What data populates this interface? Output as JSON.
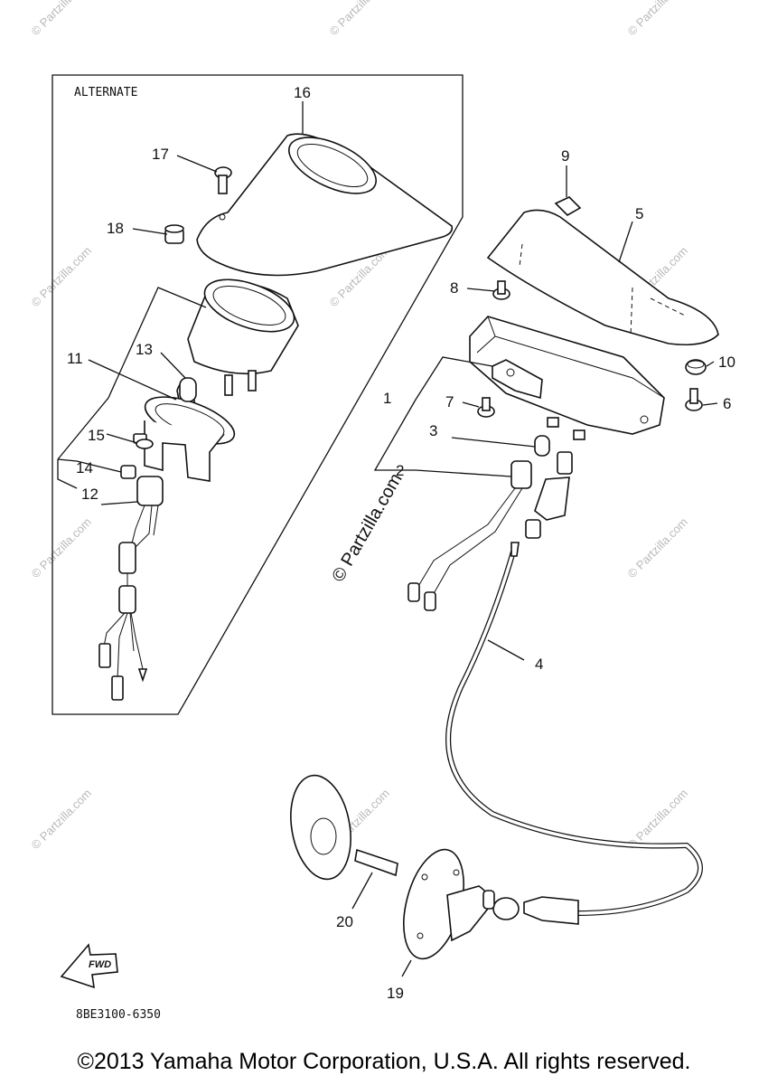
{
  "diagram": {
    "alternate_label": "ALTERNATE",
    "diagram_code": "8BE3100-6350",
    "fwd_label": "FWD",
    "watermark_text": "© Partzilla.com",
    "center_watermark": "© Partzilla.com",
    "part_numbers": {
      "p1": "1",
      "p2": "2",
      "p3": "3",
      "p4": "4",
      "p5": "5",
      "p6": "6",
      "p7": "7",
      "p8": "8",
      "p9": "9",
      "p10": "10",
      "p11": "11",
      "p12": "12",
      "p13": "13",
      "p14": "14",
      "p15": "15",
      "p16": "16",
      "p17": "17",
      "p18": "18",
      "p19": "19",
      "p20": "20"
    }
  },
  "footer": {
    "copyright": "©2013 Yamaha Motor Corporation, U.S.A. All rights reserved."
  }
}
